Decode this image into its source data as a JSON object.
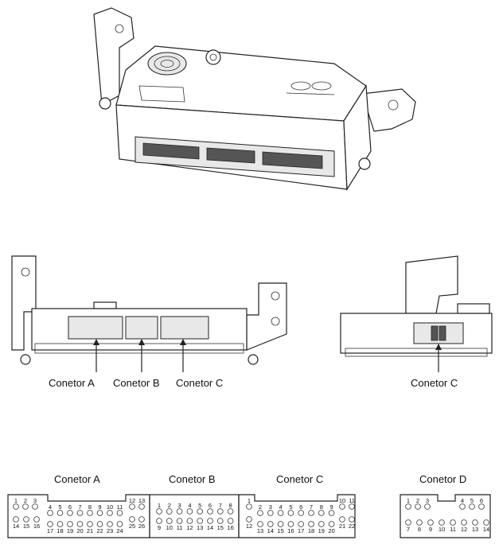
{
  "side_labels": {
    "connector_a": "Conetor A",
    "connector_b": "Conetor B",
    "connector_c": "Conetor C",
    "connector_c_end": "Conetor C"
  },
  "pinouts": {
    "a": {
      "title": "Conetor A",
      "top": [
        "1",
        "2",
        "3",
        "12",
        "13"
      ],
      "mid": [
        "4",
        "5",
        "6",
        "7",
        "8",
        "9",
        "10",
        "11"
      ],
      "bottom_left": [
        "14",
        "15",
        "16"
      ],
      "bottom": [
        "17",
        "18",
        "19",
        "20",
        "21",
        "22",
        "23",
        "24"
      ],
      "bottom_right": [
        "25",
        "26"
      ]
    },
    "b": {
      "title": "Conetor B",
      "top": [
        "1",
        "2",
        "3",
        "4",
        "5",
        "6",
        "7",
        "8"
      ],
      "bottom": [
        "9",
        "10",
        "11",
        "12",
        "13",
        "14",
        "15",
        "16"
      ]
    },
    "c": {
      "title": "Conetor C",
      "top": [
        "1",
        "10",
        "11"
      ],
      "mid": [
        "2",
        "3",
        "4",
        "5",
        "6",
        "7",
        "8",
        "9"
      ],
      "bottom_left": [
        "12"
      ],
      "bottom": [
        "13",
        "14",
        "15",
        "16",
        "17",
        "18",
        "19",
        "20"
      ],
      "bottom_right": [
        "21",
        "22"
      ]
    },
    "d": {
      "title": "Conetor D",
      "top_left": [
        "1",
        "2",
        "3"
      ],
      "top_right": [
        "4",
        "5",
        "6"
      ],
      "bottom": [
        "7",
        "8",
        "9",
        "10",
        "11",
        "12",
        "13",
        "14"
      ]
    }
  }
}
